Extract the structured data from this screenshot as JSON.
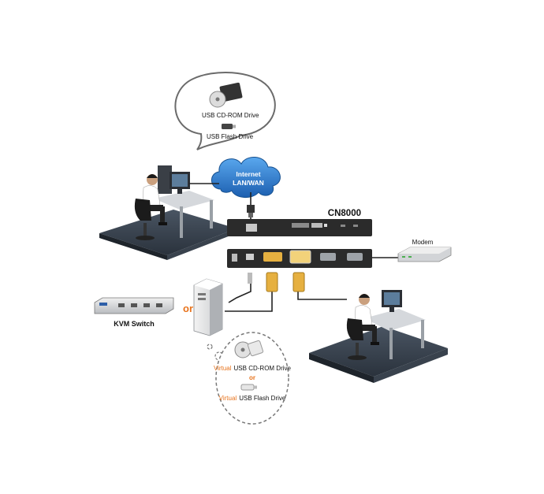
{
  "bubble_top": {
    "cdrom_label": "USB CD-ROM Drive",
    "flash_label": "USB Flash Drive"
  },
  "cloud": {
    "line1": "Internet",
    "line2": "LAN/WAN"
  },
  "device": {
    "name": "CN8000"
  },
  "modem": {
    "label": "Modem"
  },
  "kvm": {
    "label": "KVM Switch"
  },
  "or_label": "or",
  "bubble_bottom": {
    "cdrom_prefix": "Virtual",
    "cdrom_label": "USB CD-ROM Drive",
    "or_label": "or",
    "flash_prefix": "Virtual",
    "flash_label": "USB Flash Drive"
  },
  "colors": {
    "cloud": "#2f7fd0",
    "device": "#2b2b2b",
    "accent_orange": "#e8731c",
    "vga_gold": "#e6b040"
  }
}
